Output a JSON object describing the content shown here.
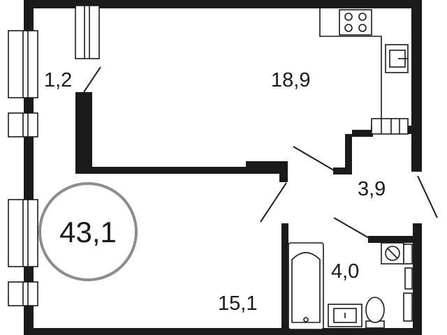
{
  "plan": {
    "total_area": "43,1",
    "rooms": [
      {
        "id": "hall",
        "area": "1,2"
      },
      {
        "id": "kitchen-living",
        "area": "18,9"
      },
      {
        "id": "corridor",
        "area": "3,9"
      },
      {
        "id": "bathroom",
        "area": "4,0"
      },
      {
        "id": "bedroom",
        "area": "15,1"
      }
    ]
  },
  "colors": {
    "wall": "#1a1a1a",
    "ring": "#8c8c8c",
    "background": "#ffffff"
  }
}
